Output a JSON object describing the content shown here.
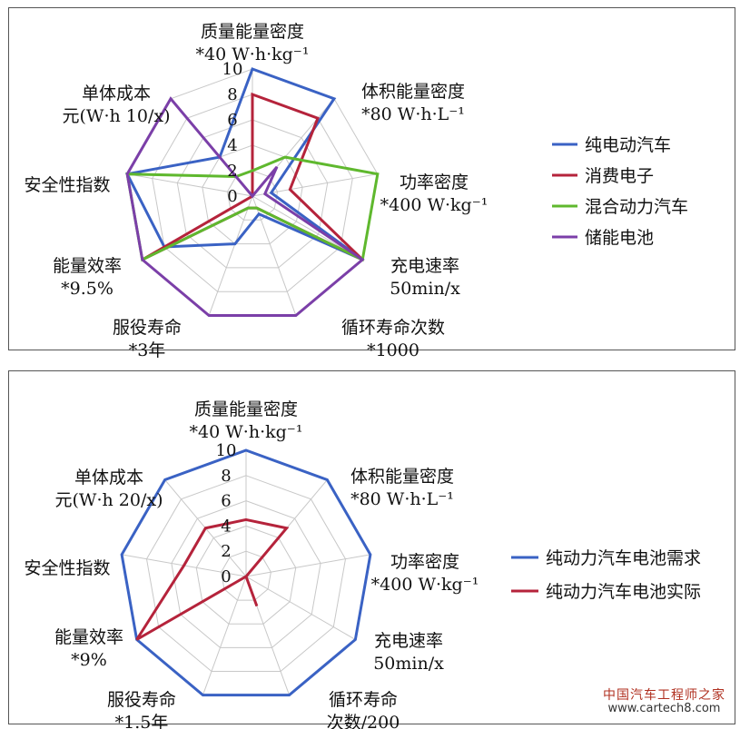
{
  "chart_data": [
    {
      "type": "radar",
      "max": 10,
      "ticks": [
        "0",
        "2",
        "4",
        "6",
        "8",
        "10"
      ],
      "axes": [
        [
          "质量能量密度",
          "*40 W·h·kg⁻¹"
        ],
        [
          "体积能量密度",
          "*80 W·h·L⁻¹"
        ],
        [
          "功率密度",
          "*400 W·kg⁻¹"
        ],
        [
          "充电速率",
          "50min/x"
        ],
        [
          "循环寿命次数",
          "*1000"
        ],
        [
          "服役寿命",
          "*3年"
        ],
        [
          "能量效率",
          "*9.5%"
        ],
        [
          "安全性指数",
          ""
        ],
        [
          "单体成本",
          "元(W·h 10/x)"
        ]
      ],
      "series": [
        {
          "name": "纯电动汽车",
          "color": "#3a62c4",
          "values": [
            10,
            10,
            1.5,
            10,
            1.5,
            4,
            8,
            10,
            4
          ]
        },
        {
          "name": "消费电子",
          "color": "#b5233b",
          "values": [
            8,
            8,
            3,
            10,
            1,
            1,
            10,
            0,
            0
          ]
        },
        {
          "name": "混合动力汽车",
          "color": "#5fb82e",
          "values": [
            2,
            4,
            10,
            10,
            1,
            1,
            10,
            10,
            2
          ]
        },
        {
          "name": "储能电池",
          "color": "#7b3fa8",
          "values": [
            0,
            3,
            1,
            10,
            10,
            10,
            10,
            10,
            10
          ]
        }
      ],
      "legend_position": "right"
    },
    {
      "type": "radar",
      "max": 10,
      "ticks": [
        "0",
        "2",
        "4",
        "6",
        "8",
        "10"
      ],
      "axes": [
        [
          "质量能量密度",
          "*40 W·h·kg⁻¹"
        ],
        [
          "体积能量密度",
          "*80 W·h·L⁻¹"
        ],
        [
          "功率密度",
          "*400 W·kg⁻¹"
        ],
        [
          "充电速率",
          "50min/x"
        ],
        [
          "循环寿命",
          "次数/200"
        ],
        [
          "服役寿命",
          "*1.5年"
        ],
        [
          "能量效率",
          "*9%"
        ],
        [
          "安全性指数",
          ""
        ],
        [
          "单体成本",
          "元(W·h 20/x)"
        ]
      ],
      "series": [
        {
          "name": "纯动力汽车电池需求",
          "color": "#3a62c4",
          "values": [
            10,
            10,
            10,
            10,
            10,
            10,
            10,
            10,
            10
          ]
        },
        {
          "name": "纯动力汽车电池实际",
          "color": "#b5233b",
          "values": [
            4.5,
            5,
            0,
            0,
            2.5,
            0,
            10,
            5,
            5
          ]
        }
      ],
      "legend_position": "right"
    }
  ],
  "watermark": {
    "line1": "中国汽车工程师之家",
    "line2": "www.cartech8.com"
  }
}
